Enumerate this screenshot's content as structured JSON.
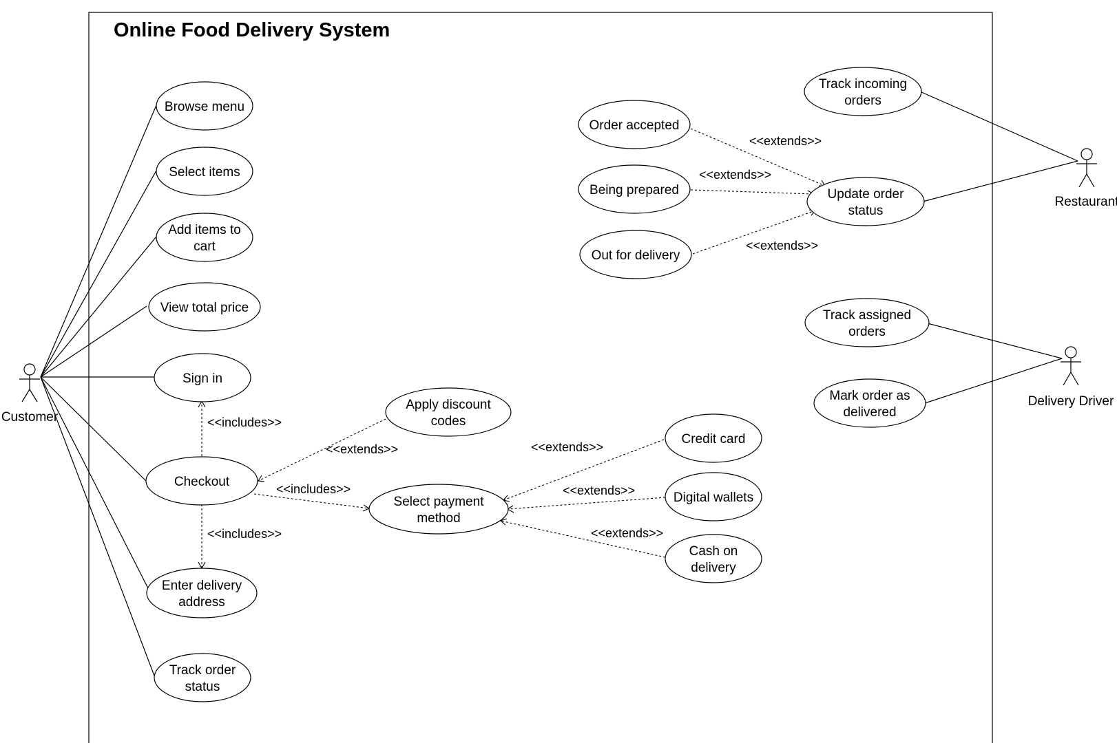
{
  "system": {
    "title": "Online Food Delivery System"
  },
  "actors": {
    "customer": "Customer",
    "restaurant": "Restaurant",
    "driver": "Delivery Driver"
  },
  "use_cases": {
    "browse_menu": [
      "Browse menu"
    ],
    "select_items": [
      "Select items"
    ],
    "add_items_to_cart": [
      "Add items to",
      "cart"
    ],
    "view_total_price": [
      "View total price"
    ],
    "sign_in": [
      "Sign in"
    ],
    "checkout": [
      "Checkout"
    ],
    "enter_delivery_address": [
      "Enter delivery",
      "address"
    ],
    "track_order_status": [
      "Track order",
      "status"
    ],
    "apply_discount_codes": [
      "Apply discount",
      "codes"
    ],
    "select_payment_method": [
      "Select payment",
      "method"
    ],
    "credit_card": [
      "Credit card"
    ],
    "digital_wallets": [
      "Digital wallets"
    ],
    "cash_on_delivery": [
      "Cash on",
      "delivery"
    ],
    "track_incoming_orders": [
      "Track incoming",
      "orders"
    ],
    "order_accepted": [
      "Order accepted"
    ],
    "being_prepared": [
      "Being prepared"
    ],
    "out_for_delivery": [
      "Out for delivery"
    ],
    "update_order_status": [
      "Update order",
      "status"
    ],
    "track_assigned_orders": [
      "Track assigned",
      "orders"
    ],
    "mark_order_as_delivered": [
      "Mark order as",
      "delivered"
    ]
  },
  "relations": {
    "checkout_includes_sign_in": "<<includes>>",
    "checkout_includes_payment": "<<includes>>",
    "checkout_includes_address": "<<includes>>",
    "discount_extends_checkout": "<<extends>>",
    "credit_card_extends_payment": "<<extends>>",
    "digital_wallets_extends_payment": "<<extends>>",
    "cash_extends_payment": "<<extends>>",
    "order_accepted_extends_update": "<<extends>>",
    "being_prepared_extends_update": "<<extends>>",
    "out_for_delivery_extends_update": "<<extends>>"
  }
}
